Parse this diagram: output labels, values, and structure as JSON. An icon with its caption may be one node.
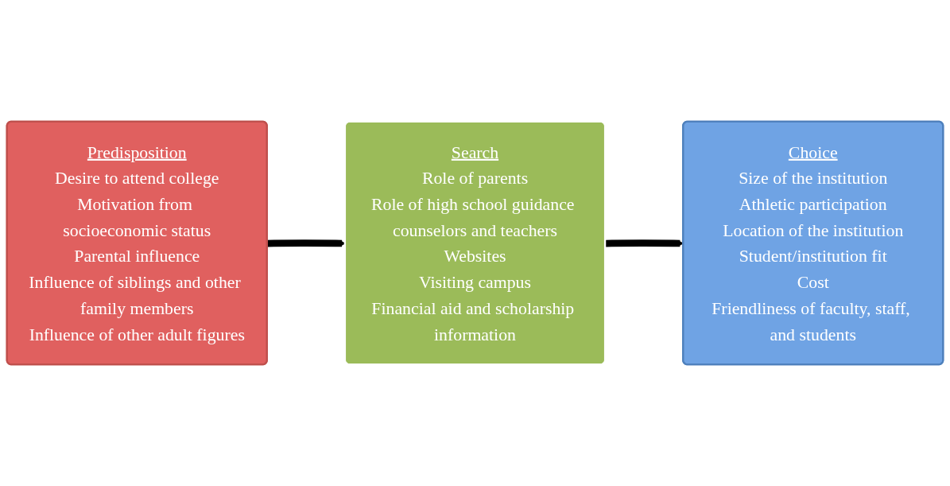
{
  "diagram": {
    "nodes": [
      {
        "text": [
          "Predisposition",
          "Desire to attend college",
          "Motivation from socioeconomic status",
          "Parental influence",
          "Influence of siblings and other family members",
          "Influence of other adult figures"
        ]
      },
      {
        "text": [
          "Search",
          "Role of parents",
          "Role of high school guidance counselors and teachers",
          "Websites",
          "Visiting campus",
          "Financial aid and scholarship information"
        ]
      },
      {
        "text": [
          "Choice",
          "Size of the institution",
          "Athletic participation",
          "Location of the institution",
          "Student/institution fit",
          "Cost",
          "Friendliness of faculty, staff, and students"
        ]
      }
    ],
    "edges": [
      {
        "from": 0,
        "to": 1,
        "arrow": "to"
      },
      {
        "from": 1,
        "to": 2,
        "arrow": "to"
      }
    ]
  }
}
